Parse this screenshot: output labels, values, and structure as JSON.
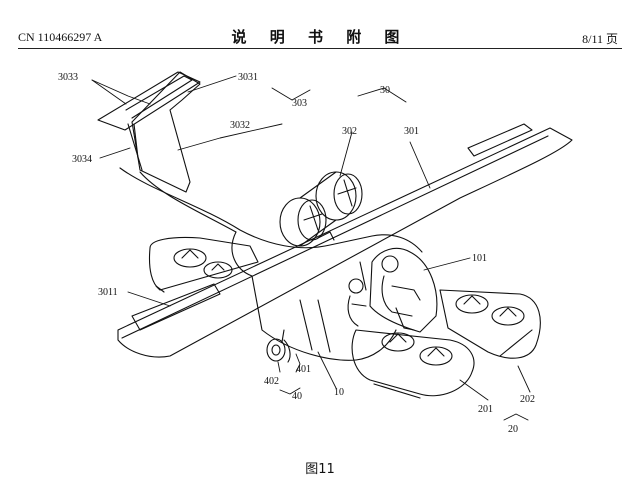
{
  "header": {
    "doc_id": "CN 110466297 A",
    "title": "说 明 书 附 图",
    "page": "8/11 页"
  },
  "figure": {
    "caption": "图11",
    "labels": {
      "l3033": "3033",
      "l3031": "3031",
      "l303": "303",
      "l30": "30",
      "l3032": "3032",
      "l302": "302",
      "l301": "301",
      "l3034": "3034",
      "l101": "101",
      "l3011": "3011",
      "l401": "401",
      "l402": "402",
      "l40": "40",
      "l10": "10",
      "l201": "201",
      "l202": "202",
      "l20": "20"
    }
  }
}
